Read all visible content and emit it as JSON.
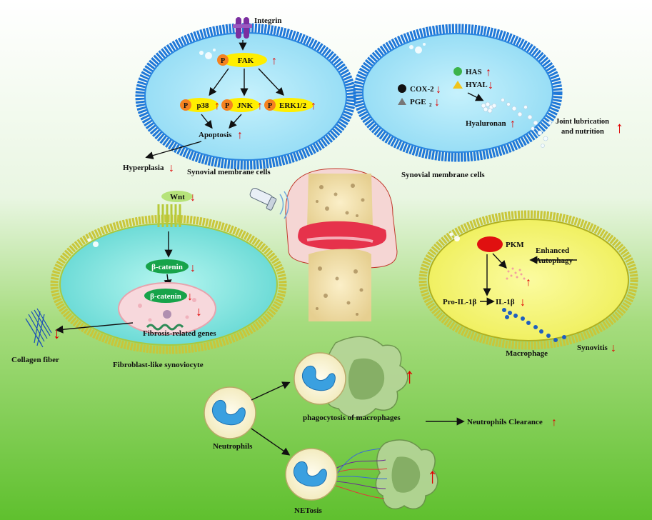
{
  "colors": {
    "bg_top": "#ffffff",
    "bg_bottom": "#5fc02e",
    "membrane_blue": "#1f78d8",
    "cell_blue": "#9fe4f8",
    "cell_cyan": "#7fe6e0",
    "cell_yellow": "#f3f36a",
    "kinase_yellow": "#ffee00",
    "phospho_orange": "#f58220",
    "nucleus_green": "#17a34a",
    "arrow_red": "#e00000"
  },
  "top_left": {
    "receptor": "Integrin",
    "fak": "FAK",
    "p_badge": "P",
    "p38": "p38",
    "jnk": "JNK",
    "erk": "ERK1/2",
    "apoptosis": "Apoptosis",
    "hyperplasia": "Hyperplasia",
    "cell_label": "Synovial membrane cells"
  },
  "top_right": {
    "cox2": "COX-2",
    "pge2": "PGE",
    "pge2_sub": "2",
    "has": "HAS",
    "hyal": "HYAL",
    "hyaluronan": "Hyaluronan",
    "joint_line1": "Joint lubrication",
    "joint_line2": "and nutrition",
    "cell_label": "Synovial membrane cells"
  },
  "middle_left": {
    "wnt": "Wnt",
    "beta_catenin": "β-catenin",
    "beta_catenin_nuc": "β-catenin",
    "genes": "Fibrosis-related genes",
    "collagen": "Collagen fiber",
    "cell_label": "Fibroblast-like synoviocyte"
  },
  "middle_right": {
    "pkm": "PKM",
    "autophagy_line1": "Enhanced",
    "autophagy_line2": "Autophagy",
    "pro_il": "Pro-IL-1β",
    "il": "IL-1β",
    "cell_label": "Macrophage",
    "synovitis": "Synovitis"
  },
  "bottom": {
    "neutrophils": "Neutrophils",
    "phagocytosis": "phagocytosis of macrophages",
    "netosis": "NETosis",
    "clearance": "Neutrophils Clearance"
  },
  "arrows": {
    "up": "↑",
    "down": "↓"
  }
}
